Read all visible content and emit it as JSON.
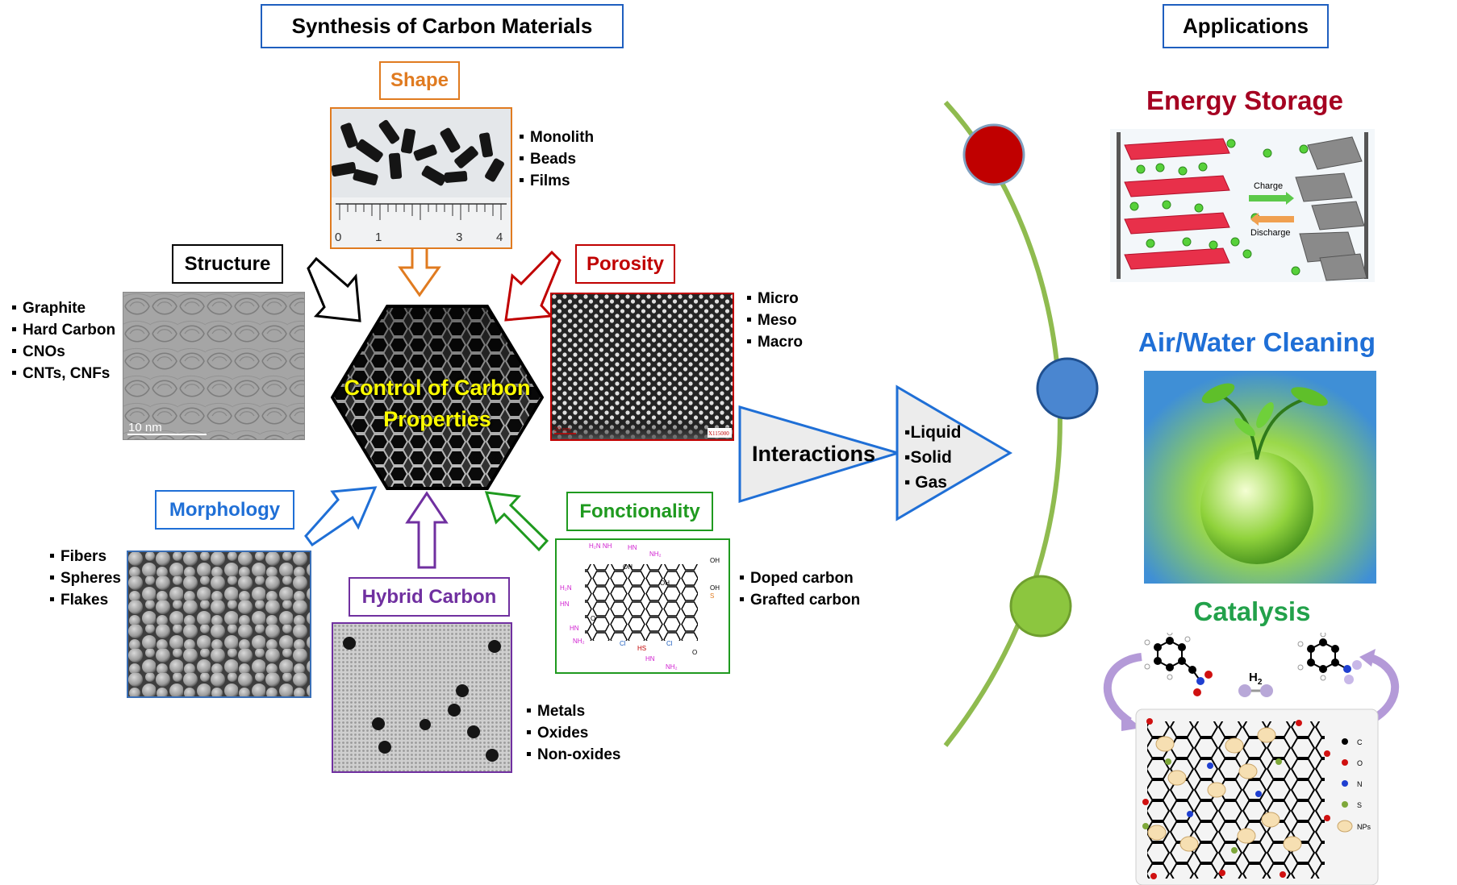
{
  "titles": {
    "synthesis": "Synthesis of Carbon Materials",
    "applications": "Applications"
  },
  "center": {
    "line1": "Control of Carbon",
    "line2": "Properties"
  },
  "shape": {
    "label": "Shape",
    "items": [
      "Monolith",
      "Beads",
      "Films"
    ],
    "ruler_numbers": [
      "0",
      "1",
      "3",
      "4"
    ]
  },
  "structure": {
    "label": "Structure",
    "items": [
      "Graphite",
      "Hard Carbon",
      "CNOs",
      "CNTs, CNFs"
    ],
    "scale": "10  nm"
  },
  "porosity": {
    "label": "Porosity",
    "items": [
      "Micro",
      "Meso",
      "Macro"
    ],
    "scale_left": "20 nm",
    "scale_right": "X115000"
  },
  "morphology": {
    "label": "Morphology",
    "items": [
      "Fibers",
      "Spheres",
      "Flakes"
    ]
  },
  "hybrid": {
    "label": "Hybrid Carbon",
    "items": [
      "Metals",
      "Oxides",
      "Non-oxides"
    ]
  },
  "functionality": {
    "label": "Fonctionality",
    "items": [
      "Doped carbon",
      "Grafted carbon"
    ]
  },
  "interactions": {
    "label": "Interactions",
    "items": [
      "Liquid",
      "Solid",
      "Gas"
    ]
  },
  "applications": {
    "energy": {
      "title": "Energy Storage",
      "charge": "Charge",
      "discharge": "Discharge"
    },
    "cleaning": {
      "title": "Air/Water Cleaning"
    },
    "catalysis": {
      "title": "Catalysis",
      "h2": "H",
      "h2_sub": "2",
      "legend": [
        "C",
        "O",
        "N",
        "S",
        "NPs"
      ]
    }
  },
  "colors": {
    "title_border": "#1f5fbf",
    "shape": "#e07b20",
    "porosity": "#c00000",
    "morphology": "#1f6fd6",
    "hybrid": "#7030a0",
    "functionality": "#1f9a1f",
    "energy": "#a50021",
    "cleaning": "#1f6fd6",
    "catalysis": "#22a14a",
    "arc": "#8fbb4f",
    "center_text": "#ffff00"
  }
}
